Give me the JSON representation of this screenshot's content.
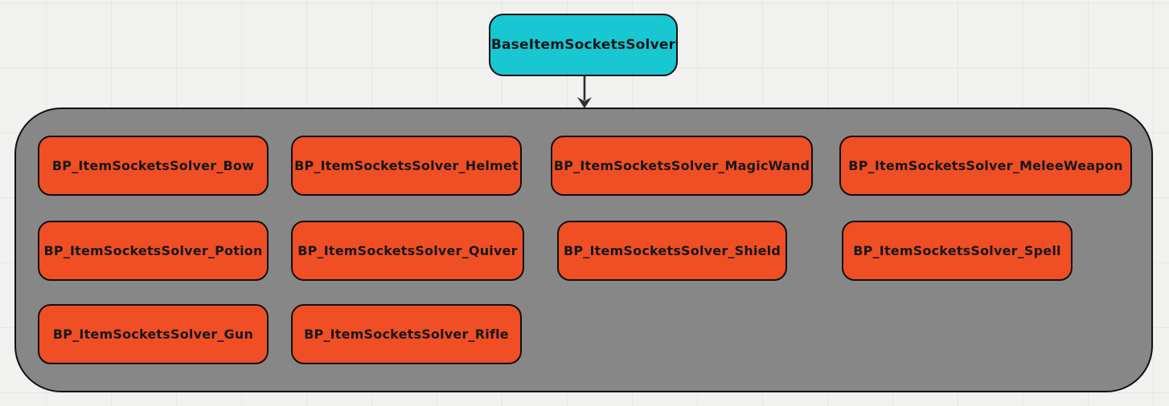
{
  "diagram": {
    "root": {
      "label": "BaseItemSocketsSolver"
    },
    "connector": {
      "type": "arrow-down",
      "from": "BaseItemSocketsSolver",
      "to": "children-group"
    },
    "children": [
      {
        "label": "BP_ItemSocketsSolver_Bow"
      },
      {
        "label": "BP_ItemSocketsSolver_Helmet"
      },
      {
        "label": "BP_ItemSocketsSolver_MagicWand"
      },
      {
        "label": "BP_ItemSocketsSolver_MeleeWeapon"
      },
      {
        "label": "BP_ItemSocketsSolver_Potion"
      },
      {
        "label": "BP_ItemSocketsSolver_Quiver"
      },
      {
        "label": "BP_ItemSocketsSolver_Shield"
      },
      {
        "label": "BP_ItemSocketsSolver_Spell"
      },
      {
        "label": "BP_ItemSocketsSolver_Gun"
      },
      {
        "label": "BP_ItemSocketsSolver_Rifle"
      }
    ],
    "colors": {
      "background": "#F1F1F0",
      "grid_line": "#E6E6E5",
      "root_fill": "#18C7D2",
      "child_fill": "#F04E24",
      "group_fill": "#878787",
      "border": "#111111",
      "text": "#17181C",
      "arrow": "#2D2D2D"
    }
  }
}
